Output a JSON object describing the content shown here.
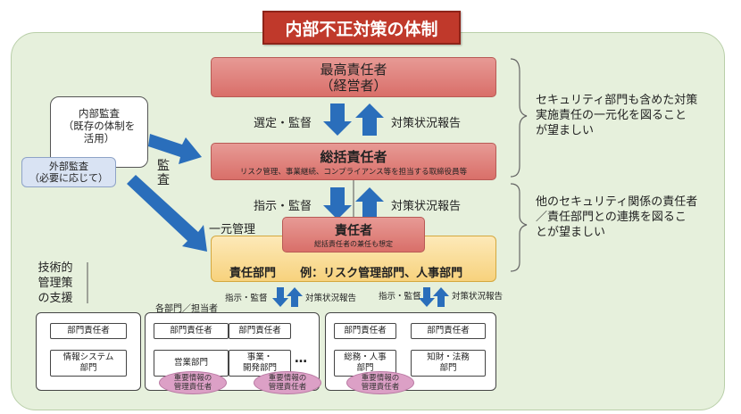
{
  "title": "内部不正対策の体制",
  "top": {
    "line1": "最高責任者",
    "line2": "（経営者）"
  },
  "arrows1": {
    "down": "選定・監督",
    "up": "対策状況報告"
  },
  "general": {
    "title": "総括責任者",
    "sub": "リスク管理、事業継続、コンプライアンス等を担当する取締役員等"
  },
  "arrows2": {
    "down": "指示・監督",
    "up": "対策状況報告"
  },
  "responsible": {
    "title": "責任者",
    "sub": "総括責任者の兼任も想定"
  },
  "unified": "一元管理",
  "dept": {
    "label": "責任部門",
    "example": "例：リスク管理部門、人事部門"
  },
  "internal_audit": {
    "line1": "内部監査",
    "line2": "（既存の体制を",
    "line3": "活用）"
  },
  "external_audit": {
    "line1": "外部監査",
    "line2": "（必要に応じて）"
  },
  "audit_label": "監査",
  "tech_support": {
    "line1": "技術的",
    "line2": "管理策",
    "line3": "の支援"
  },
  "notes": {
    "note1": [
      "セキュリティ部門も含めた対策",
      "実施責任の一元化を図ること",
      "が望ましい"
    ],
    "note2": [
      "他のセキュリティ関係の責任者",
      "／責任部門との連携を図るこ",
      "とが望ましい"
    ]
  },
  "sub_arrows": {
    "left_down": "指示・監督",
    "left_up": "対策状況報告",
    "right_down": "指示・監督",
    "right_up": "対策状況報告"
  },
  "each_dept": "各部門／担当者",
  "dept_head": "部門責任者",
  "units": {
    "is": [
      "情報システム",
      "部門"
    ],
    "sales": [
      "営業部門"
    ],
    "biz": [
      "事業・",
      "開発部門"
    ],
    "ga": [
      "総務・人事",
      "部門"
    ],
    "legal": [
      "知財・法務",
      "部門"
    ]
  },
  "ellipsis": "…",
  "pill": [
    "重要情報の",
    "管理責任者"
  ],
  "colors": {
    "title_bg": "#c0392b",
    "background": "#e6f0dc",
    "arrow": "#2a6ebb",
    "red_box": "#d96f69",
    "dept_box": "#f7d27d"
  }
}
